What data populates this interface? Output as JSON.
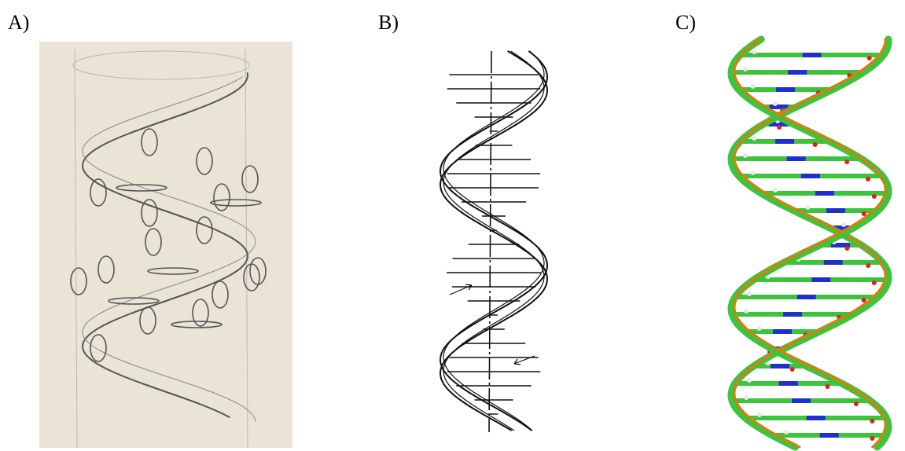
{
  "panels": [
    {
      "id": "a",
      "label": "A)",
      "icon": "pencil-sketch-helix-icon",
      "paper_color": "#e9e4d6",
      "stroke_color": "#555555"
    },
    {
      "id": "b",
      "label": "B)",
      "icon": "ink-drawing-helix-icon",
      "stroke_color": "#111111"
    },
    {
      "id": "c",
      "label": "C)",
      "icon": "molecular-model-helix-icon",
      "colors": {
        "backbone": "#e07a10",
        "carbon": "#3cc43c",
        "nitrogen": "#2030d0",
        "oxygen": "#e02020",
        "hydrogen": "#e8e8e8"
      }
    }
  ]
}
